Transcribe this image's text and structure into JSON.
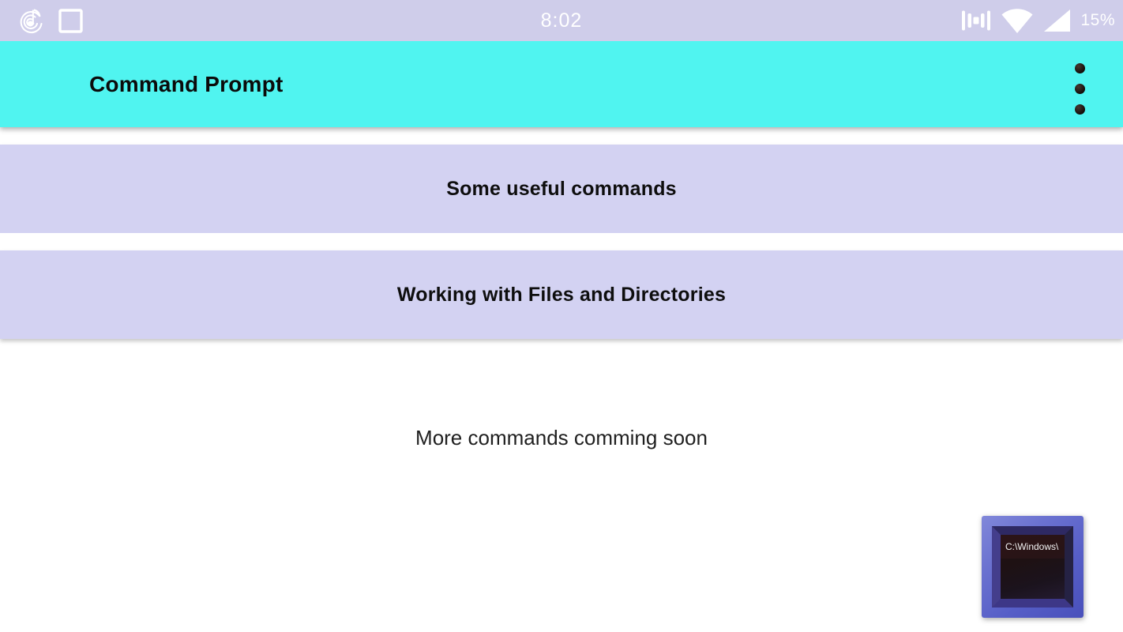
{
  "status_bar": {
    "time": "8:02",
    "battery": "15%",
    "left_icons": [
      "music-notification-icon",
      "screenshot-square-icon"
    ],
    "right_icons": [
      "vibrate-icon",
      "wifi-icon",
      "cellular-signal-icon"
    ]
  },
  "app_bar": {
    "title": "Command Prompt",
    "overflow_icon": "three-dots-vertical"
  },
  "menu_buttons": [
    {
      "label": "Some useful commands"
    },
    {
      "label": "Working with Files and Directories"
    }
  ],
  "footer": {
    "note": "More commands comming soon"
  },
  "logo": {
    "screen_text": "C:\\Windows\\"
  },
  "colors": {
    "status_bar_bg": "#cfcdea",
    "app_bar_bg": "#50f4f0",
    "button_bg": "#d3d2f2",
    "page_bg": "#ffffff",
    "text_dark": "#0e0e0e",
    "status_text": "#ffffff",
    "logo_frame": "#5a62c8"
  }
}
